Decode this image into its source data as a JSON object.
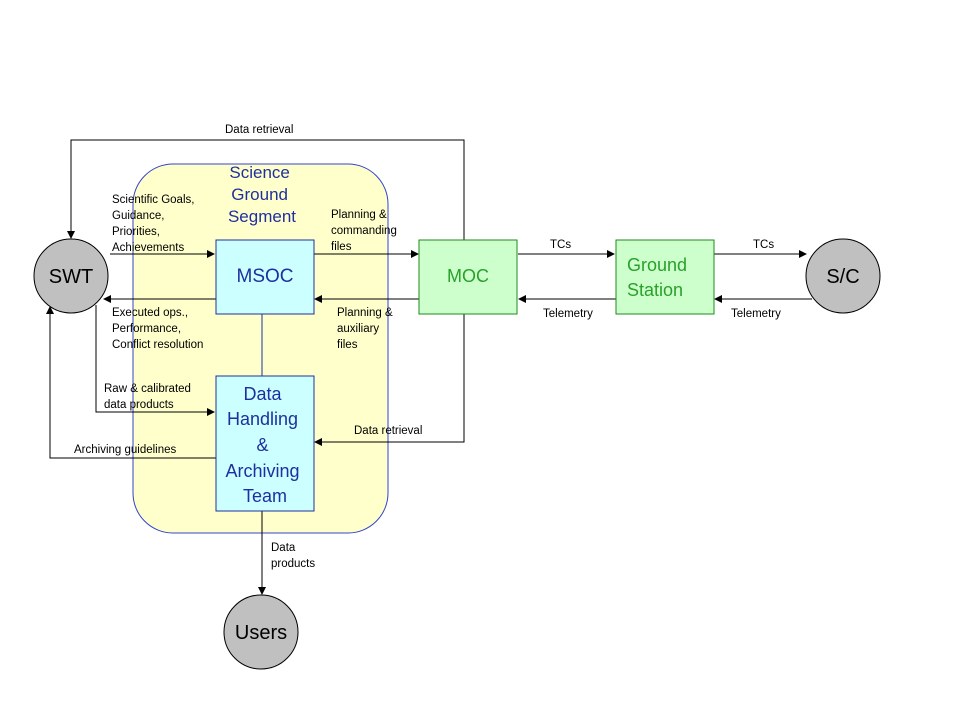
{
  "nodes": {
    "swt": "SWT",
    "sc": "S/C",
    "users": "Users",
    "msoc": "MSOC",
    "moc": "MOC",
    "ground_station": [
      "Ground",
      "Station"
    ],
    "dhat": [
      "Data",
      "Handling",
      "&",
      "Archiving",
      "Team"
    ],
    "sgs": [
      "Science",
      "Ground",
      "Segment"
    ]
  },
  "labels": {
    "data_retrieval_top": "Data retrieval",
    "scientific_goals": [
      "Scientific Goals,",
      "Guidance,",
      "Priorities,",
      "Achievements"
    ],
    "planning_commanding": [
      "Planning &",
      "commanding",
      "files"
    ],
    "tcs_1": "TCs",
    "tcs_2": "TCs",
    "executed_ops": [
      "Executed ops.,",
      "Performance,",
      "Conflict resolution"
    ],
    "planning_auxiliary": [
      "Planning &",
      "auxiliary",
      "files"
    ],
    "telemetry_1": "Telemetry",
    "telemetry_2": "Telemetry",
    "raw_calibrated": [
      "Raw & calibrated",
      "data products"
    ],
    "data_retrieval_bottom": "Data retrieval",
    "archiving_guidelines": "Archiving guidelines",
    "data_products": [
      "Data",
      "products"
    ]
  },
  "colors": {
    "sgs_fill": "#ffffcc",
    "sgs_border": "#3344cc",
    "cyan_fill": "#ccffff",
    "green_fill": "#ccffcc",
    "circle_fill": "#c0c0c0"
  }
}
